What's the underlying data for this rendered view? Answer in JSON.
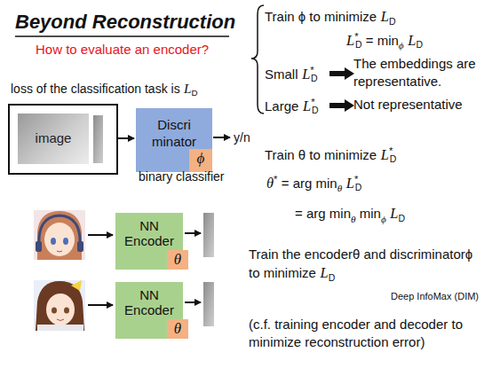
{
  "diagram": {
    "title": "Beyond Reconstruction",
    "nodes": [
      {
        "text": [
          "image"
        ]
      },
      {
        "text": [
          "Discri minator"
        ]
      },
      {
        "text": [
          "ϕ"
        ],
        "in": 1
      },
      {
        "text": [
          "NN Encoder"
        ]
      },
      {
        "text": [
          "θ"
        ],
        "in": 3
      },
      {
        "text": [
          "NN Encoder"
        ]
      },
      {
        "text": [
          "θ"
        ],
        "in": 5
      }
    ],
    "labels": [
      "How to evaluate an encoder?",
      "loss of the classification task is",
      "L",
      "D",
      "y/n",
      "binary classifier",
      "Train ϕ to minimize",
      "L",
      "D",
      "L",
      "*",
      "D",
      "=",
      "min",
      "ϕ",
      "L",
      "D",
      "Small",
      "L",
      "*",
      "D",
      "The embeddings are representative.",
      "Large",
      "L",
      "*",
      "D",
      "Not representative",
      "Train θ to minimize",
      "L",
      "*",
      "D",
      "θ",
      "*",
      "=",
      "arg",
      "min",
      "θ",
      "L",
      "*",
      "D",
      "=",
      "arg",
      "min",
      "θ",
      "min",
      "ϕ",
      "L",
      "D",
      "Train the encoderθ and discriminatorϕ to minimize",
      "L",
      "D",
      "Deep InfoMax (DIM)",
      "(c.f. training encoder and decoder to minimize reconstruction error)"
    ]
  }
}
